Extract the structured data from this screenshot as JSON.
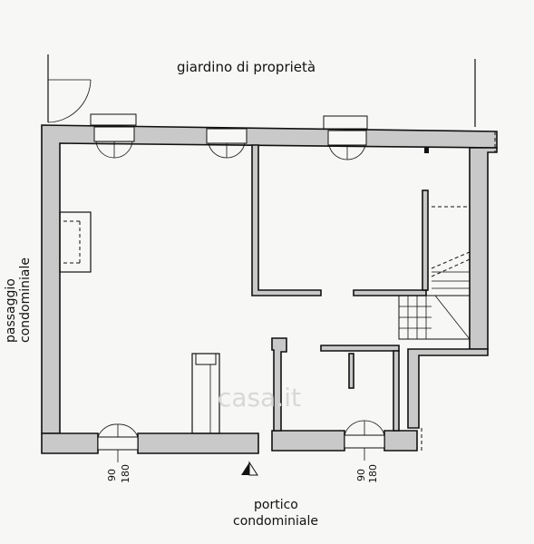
{
  "labels": {
    "top": "giardino di proprietà",
    "left_line1": "passaggio",
    "left_line2": "condominiale",
    "bottom_line1": "portico",
    "bottom_line2": "condominiale",
    "door_left_w": "90",
    "door_left_h": "180",
    "door_right_w": "90",
    "door_right_h": "180"
  },
  "watermark": "casa.it",
  "icons": {
    "north": "north-arrow-icon"
  }
}
